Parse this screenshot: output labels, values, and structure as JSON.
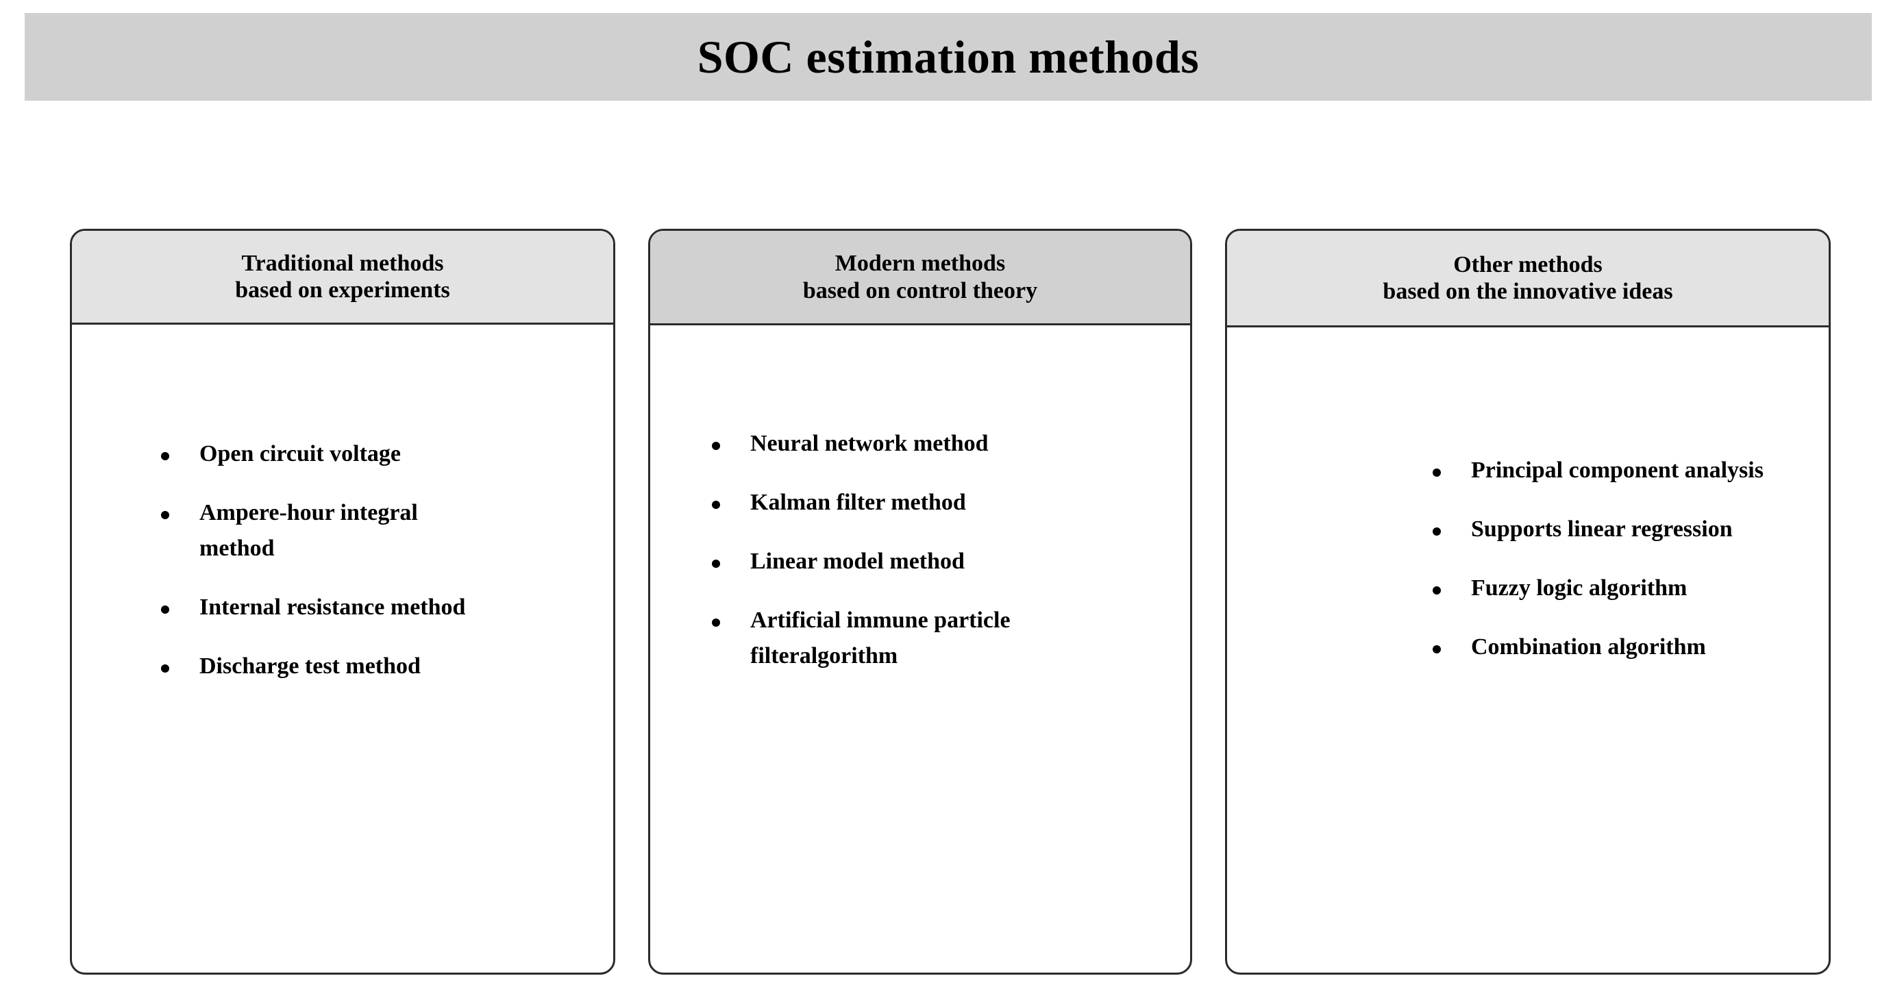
{
  "banner": {
    "title": "SOC estimation methods",
    "background_color": "#d0d0d0"
  },
  "cards": [
    {
      "id": "traditional",
      "header_line1": "Traditional methods",
      "header_line2": "based on experiments",
      "header_color": "#e3e3e3",
      "items": [
        {
          "line1": "Open circuit voltage",
          "line2": ""
        },
        {
          "line1": "Ampere-hour integral",
          "line2": "method"
        },
        {
          "line1": "Internal resistance method",
          "line2": ""
        },
        {
          "line1": "Discharge test method",
          "line2": ""
        }
      ]
    },
    {
      "id": "modern",
      "header_line1": "Modern methods",
      "header_line2": "based on control theory",
      "header_color": "#d1d1d1",
      "items": [
        {
          "line1": "Neural network method",
          "line2": ""
        },
        {
          "line1": "Kalman filter method",
          "line2": ""
        },
        {
          "line1": "Linear model method",
          "line2": ""
        },
        {
          "line1": "Artificial immune particle",
          "line2": "filteralgorithm"
        }
      ]
    },
    {
      "id": "other",
      "header_line1": "Other methods",
      "header_line2": "based on the innovative ideas",
      "header_color": "#e3e3e3",
      "items": [
        {
          "line1": "Principal component analysis",
          "line2": ""
        },
        {
          "line1": "Supports linear regression",
          "line2": ""
        },
        {
          "line1": "Fuzzy logic algorithm",
          "line2": ""
        },
        {
          "line1": "Combination algorithm",
          "line2": ""
        }
      ]
    }
  ],
  "colors": {
    "border": "#2b2b2b",
    "text": "#000000",
    "page_background": "#ffffff"
  }
}
